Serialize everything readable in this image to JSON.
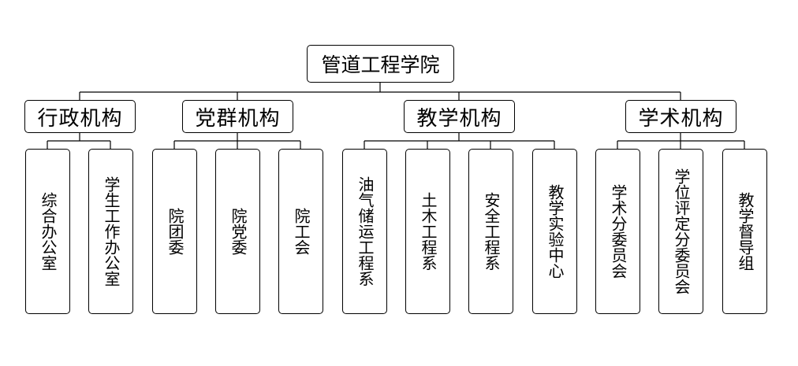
{
  "diagram": {
    "root": {
      "label": "管道工程学院"
    },
    "branches": [
      {
        "label": "行政机构",
        "children": [
          "综合办公室",
          "学生工作办公室"
        ]
      },
      {
        "label": "党群机构",
        "children": [
          "院团委",
          "院党委",
          "院工会"
        ]
      },
      {
        "label": "教学机构",
        "children": [
          "油气储运工程系",
          "土木工程系",
          "安全工程系",
          "教学实验中心"
        ]
      },
      {
        "label": "学术机构",
        "children": [
          "学术分委员会",
          "学位评定分委员会",
          "教学督导组"
        ]
      }
    ]
  }
}
